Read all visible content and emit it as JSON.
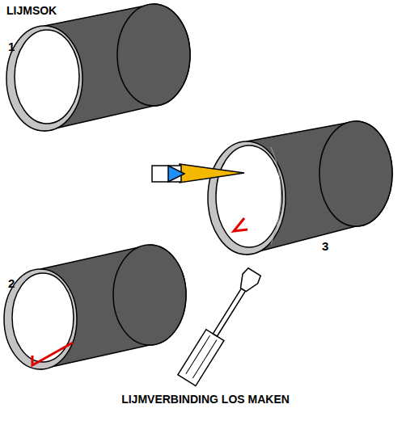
{
  "diagram": {
    "title": "LIJMSOK",
    "caption": "LIJMVERBINDING LOS MAKEN",
    "labels": [
      "1",
      "2",
      "3"
    ]
  }
}
